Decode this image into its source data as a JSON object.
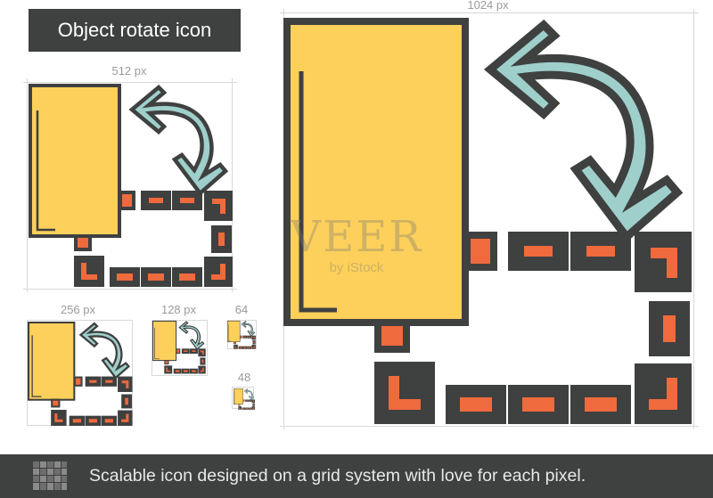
{
  "title": "Object rotate icon",
  "sizes": {
    "s1024": "1024 px",
    "s512": "512 px",
    "s256": "256 px",
    "s128": "128 px",
    "s64": "64",
    "s48": "48"
  },
  "watermark": {
    "main": "VEER",
    "sub": "by iStock"
  },
  "footer": {
    "text": "Scalable icon designed on a grid system with love for each pixel."
  },
  "colors": {
    "outline": "#3f4040",
    "rect_fill": "#fcd05a",
    "arrow_fill": "#9ecfcb",
    "dash_fill": "#ef6a3c",
    "background": "#ffffff"
  }
}
